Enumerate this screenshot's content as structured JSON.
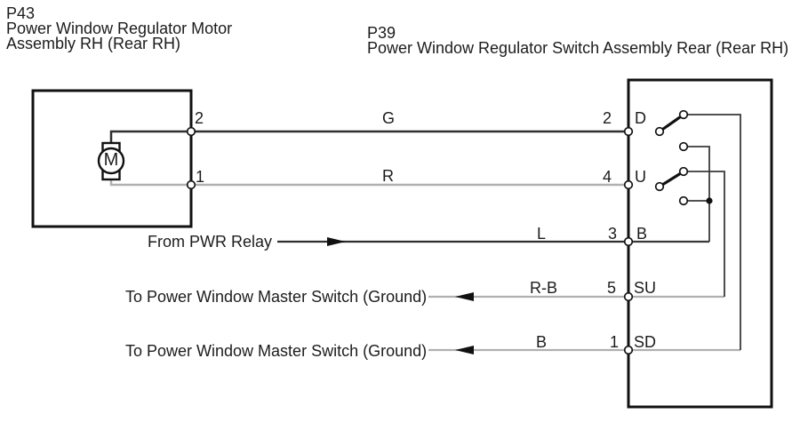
{
  "diagram_type": "power-window wiring schematic",
  "components": {
    "motor": {
      "code": "P43",
      "name_lines": [
        "Power Window Regulator Motor",
        "Assembly RH (Rear RH)"
      ],
      "symbol": "M"
    },
    "switch": {
      "code": "P39",
      "name": "Power Window Regulator Switch Assembly Rear (Rear RH)"
    }
  },
  "colors": {
    "dark_wire": "#2f2f2f",
    "gray_wire": "#b0b0b0",
    "internal_wire": "#3a3a3a",
    "outline": "#111111"
  },
  "wires": [
    {
      "label": "G",
      "motor_pin": "2",
      "switch_pin": "2",
      "terminal": "D",
      "shade": "#2f2f2f"
    },
    {
      "label": "R",
      "motor_pin": "1",
      "switch_pin": "4",
      "terminal": "U",
      "shade": "#b0b0b0"
    },
    {
      "label": "L",
      "switch_pin": "3",
      "terminal": "B",
      "note": "From PWR Relay",
      "shade": "#2f2f2f"
    },
    {
      "label": "R-B",
      "switch_pin": "5",
      "terminal": "SU",
      "note": "To Power Window Master Switch (Ground)",
      "shade": "#b0b0b0"
    },
    {
      "label": "B",
      "switch_pin": "1",
      "terminal": "SD",
      "note": "To Power Window Master Switch (Ground)",
      "shade": "#b0b0b0"
    }
  ]
}
